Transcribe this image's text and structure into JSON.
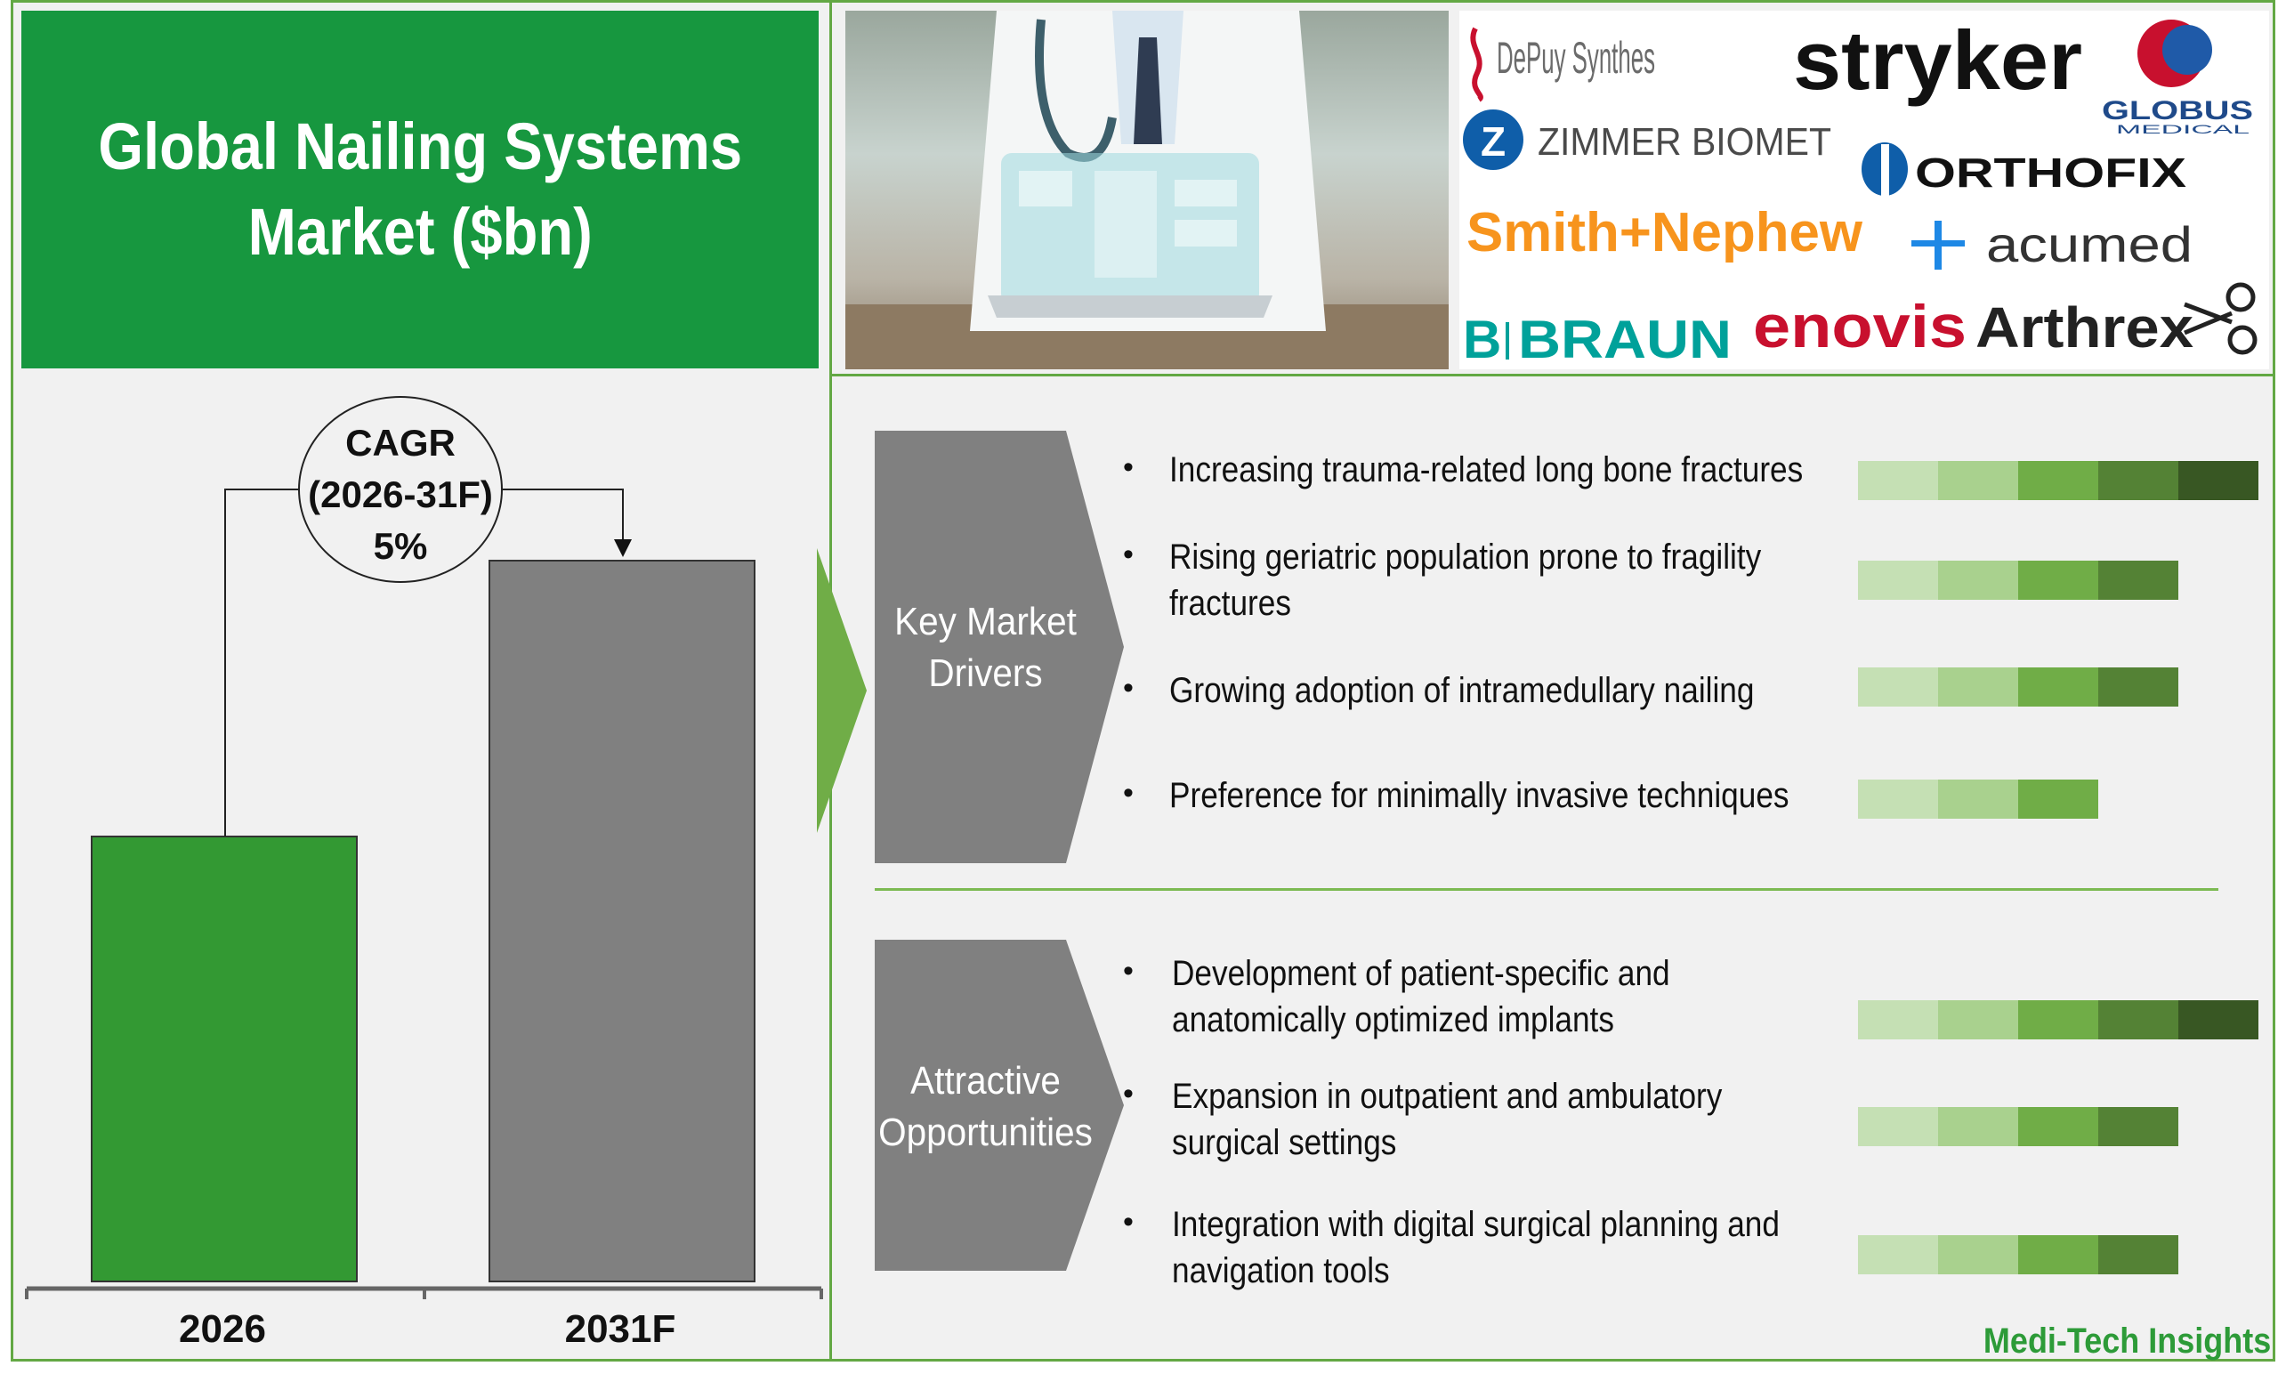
{
  "header": {
    "title_line1": "Global Nailing Systems",
    "title_line2": "Market ($bn)"
  },
  "chart_data": {
    "type": "bar",
    "categories": [
      "2026",
      "2031F"
    ],
    "values": [
      1.0,
      1.62
    ],
    "colors": [
      "#339933",
      "#808080"
    ],
    "cagr_label": [
      "CAGR",
      "(2026-31F)",
      "5%"
    ],
    "value_note": "no axis or data labels shown; heights relative"
  },
  "logos": {
    "depuy": "DePuy Synthes",
    "stryker": "stryker",
    "globus": "GLOBUS",
    "globus_sub": "MEDICAL",
    "zimmer": "ZIMMER BIOMET",
    "orthofix": "ORTHOFIX",
    "smith": "Smith+Nephew",
    "acumed": "acumed",
    "braun_b": "B",
    "braun": "BRAUN",
    "enovis": "enovis",
    "arthrex": "Arthrex"
  },
  "drivers": {
    "label_line1": "Key Market",
    "label_line2": "Drivers",
    "items": [
      {
        "lines": [
          "Increasing trauma-related long bone fractures"
        ],
        "level": 5
      },
      {
        "lines": [
          "Rising geriatric population prone to fragility",
          "fractures"
        ],
        "level": 4
      },
      {
        "lines": [
          "Growing adoption of intramedullary nailing"
        ],
        "level": 4
      },
      {
        "lines": [
          "Preference for minimally invasive techniques"
        ],
        "level": 3
      }
    ]
  },
  "opportunities": {
    "label_line1": "Attractive",
    "label_line2": "Opportunities",
    "items": [
      {
        "lines": [
          "Development of patient-specific and",
          "anatomically optimized implants"
        ],
        "level": 5
      },
      {
        "lines": [
          "Expansion in outpatient and ambulatory",
          "surgical settings"
        ],
        "level": 4
      },
      {
        "lines": [
          "Integration with digital surgical planning and",
          "navigation tools"
        ],
        "level": 4
      }
    ]
  },
  "rating_colors": [
    "#c5e0b4",
    "#a9d18e",
    "#70ad47",
    "#548235",
    "#385723"
  ],
  "footer": {
    "brand": "Medi-Tech Insights"
  }
}
